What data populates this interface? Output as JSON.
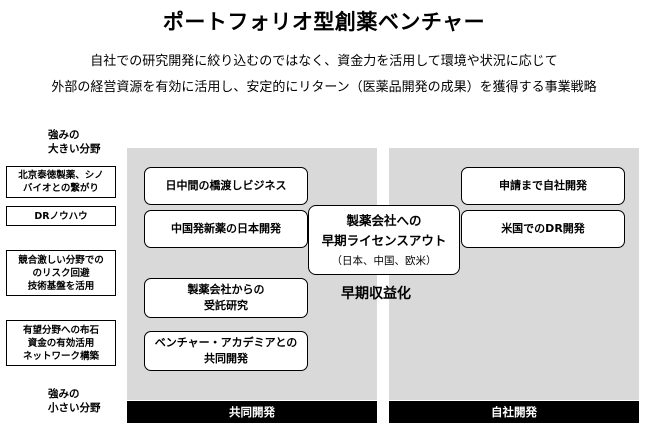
{
  "title": "ポートフォリオ型創薬ベンチャー",
  "subtitle": {
    "line1": "自社での研究開発に絞り込むのではなく、資金力を活用して環境や状況に応じて",
    "line2": "外部の経営資源を有効に活用し、安定的にリターン（医薬品開発の成果）を獲得する事業戦略"
  },
  "axis": {
    "top_line1": "強みの",
    "top_line2": "大きい分野",
    "bottom_line1": "強みの",
    "bottom_line2": "小さい分野"
  },
  "strengths": [
    {
      "line1": "北京泰徳製薬、シノ",
      "line2": "バイオとの繋がり"
    },
    {
      "line1": "DRノウハウ",
      "line2": ""
    },
    {
      "line1": "競合激しい分野での",
      "line2": "のリスク回避",
      "line3": "技術基盤を活用"
    },
    {
      "line1": "有望分野への布石",
      "line2": "資金の有効活用",
      "line3": "ネットワーク構築"
    }
  ],
  "joint_items": [
    {
      "line1": "日中間の橋渡しビジネス"
    },
    {
      "line1": "中国発新薬の日本開発"
    },
    {
      "line1": "製薬会社からの",
      "line2": "受託研究"
    },
    {
      "line1": "ベンチャー・アカデミアとの",
      "line2": "共同開発"
    }
  ],
  "own_items": [
    {
      "line1": "申請まで自社開発"
    },
    {
      "line1": "米国でのDR開発"
    }
  ],
  "center": {
    "line1": "製薬会社への",
    "line2": "早期ライセンスアウト",
    "note": "（日本、中国、欧米）"
  },
  "early_profit": "早期収益化",
  "bars": {
    "joint": "共同開発",
    "own": "自社開発"
  },
  "colors": {
    "panel": "#d9d9d9",
    "bar": "#000000",
    "bar_text": "#ffffff"
  }
}
